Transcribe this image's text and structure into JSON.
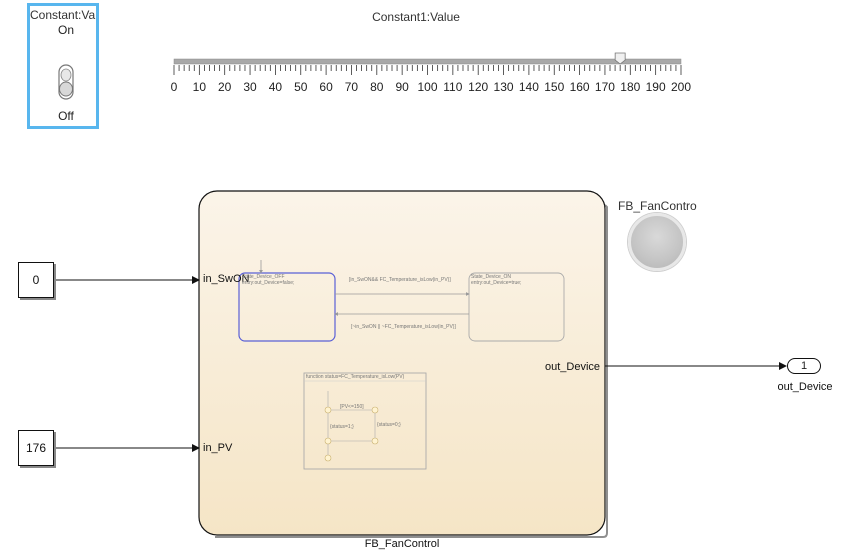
{
  "toggle": {
    "title": "Constant:Va",
    "on_label": "On",
    "off_label": "Off",
    "state": "Off"
  },
  "slider": {
    "title": "Constant1:Value",
    "min": 0,
    "max": 200,
    "value": 176,
    "tick_labels": [
      "0",
      "10",
      "20",
      "30",
      "40",
      "50",
      "60",
      "70",
      "80",
      "90",
      "100",
      "110",
      "120",
      "130",
      "140",
      "150",
      "160",
      "170",
      "180",
      "190",
      "200"
    ]
  },
  "inputs": {
    "sw_on_value": "0",
    "pv_value": "176"
  },
  "chart_block": {
    "name": "FB_FanControl",
    "port_in_sw_on": "in_SwON",
    "port_in_pv": "in_PV",
    "port_out_device": "out_Device",
    "state_off_name": "State_Device_OFF",
    "state_off_entry": "entry:out_Device=false;",
    "state_on_name": "State_Device_ON",
    "state_on_entry": "entry:out_Device=true;",
    "transition_to_on": "[in_SwON&& FC_Temperature_isLow(in_PV)]",
    "transition_to_off": "[~in_SwON || ~FC_Temperature_isLow(in_PV)]",
    "function_signature": "function  status=FC_Temperature_isLow(PV)",
    "function_cond": "[PV<=150]",
    "function_true": "{status=1;}",
    "function_false": "{status=0;}"
  },
  "lamp": {
    "title": "FB_FanContro",
    "color": "#c8c8c8"
  },
  "outport": {
    "number": "1",
    "name": "out_Device"
  },
  "colors": {
    "selection": "#58b6ee",
    "chart_fill_top": "#fbf3e6",
    "chart_fill_bottom": "#f6e6c8",
    "active_state": "#5a60d6"
  }
}
